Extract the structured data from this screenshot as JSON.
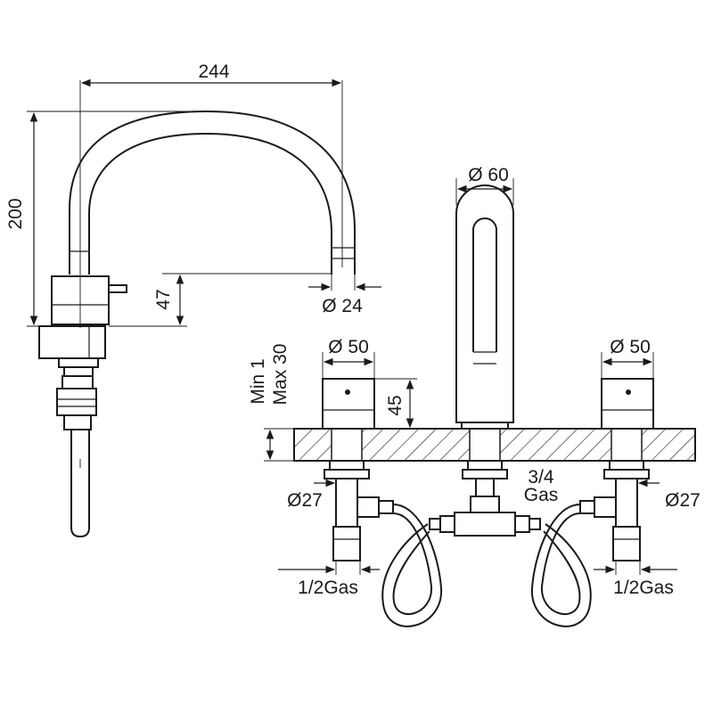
{
  "labels": {
    "spout_width": "244",
    "spout_height": "200",
    "outlet_height": "47",
    "outlet_diameter": "Ø 24",
    "body_diameter_center": "Ø 60",
    "handle_diameter_left": "Ø 50",
    "handle_diameter_right": "Ø 50",
    "handle_height": "45",
    "deck_min": "Min 1",
    "deck_max": "Max 30",
    "shank_left": "Ø27",
    "shank_right": "Ø27",
    "center_conn_size": "3/4",
    "center_conn_unit": "Gas",
    "inlet_left": "1/2Gas",
    "inlet_right": "1/2Gas"
  }
}
